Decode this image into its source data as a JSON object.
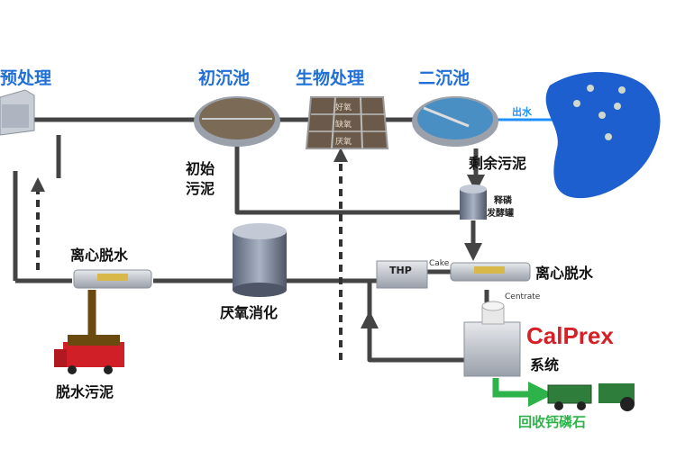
{
  "stages": {
    "pretreatment": "预处理",
    "primary_clarifier": "初沉池",
    "biological": "生物处理",
    "secondary_clarifier": "二沉池"
  },
  "bio_tank_text": [
    "好氧",
    "缺氧",
    "厌氧"
  ],
  "labels": {
    "effluent": "出水",
    "primary_sludge_1": "初始",
    "primary_sludge_2": "污泥",
    "excess_sludge": "剩余污泥",
    "fermentation_tank_1": "释磷",
    "fermentation_tank_2": "发酵罐",
    "centrifuge_left": "离心脱水",
    "centrifuge_right": "离心脱水",
    "anaerobic_digestion": "厌氧消化",
    "thp": "THP",
    "cake": "Cake",
    "centrate": "Centrate",
    "calprex": "CalPrex",
    "system": "系统",
    "dewatered_sludge": "脱水污泥",
    "recovered_product": "回收钙磷石"
  },
  "colors": {
    "stage_title": "#1f6fd6",
    "pipe": "#444444",
    "calprex": "#d42026",
    "recovery": "#2eb24a",
    "lake": "#1e5fcf"
  }
}
